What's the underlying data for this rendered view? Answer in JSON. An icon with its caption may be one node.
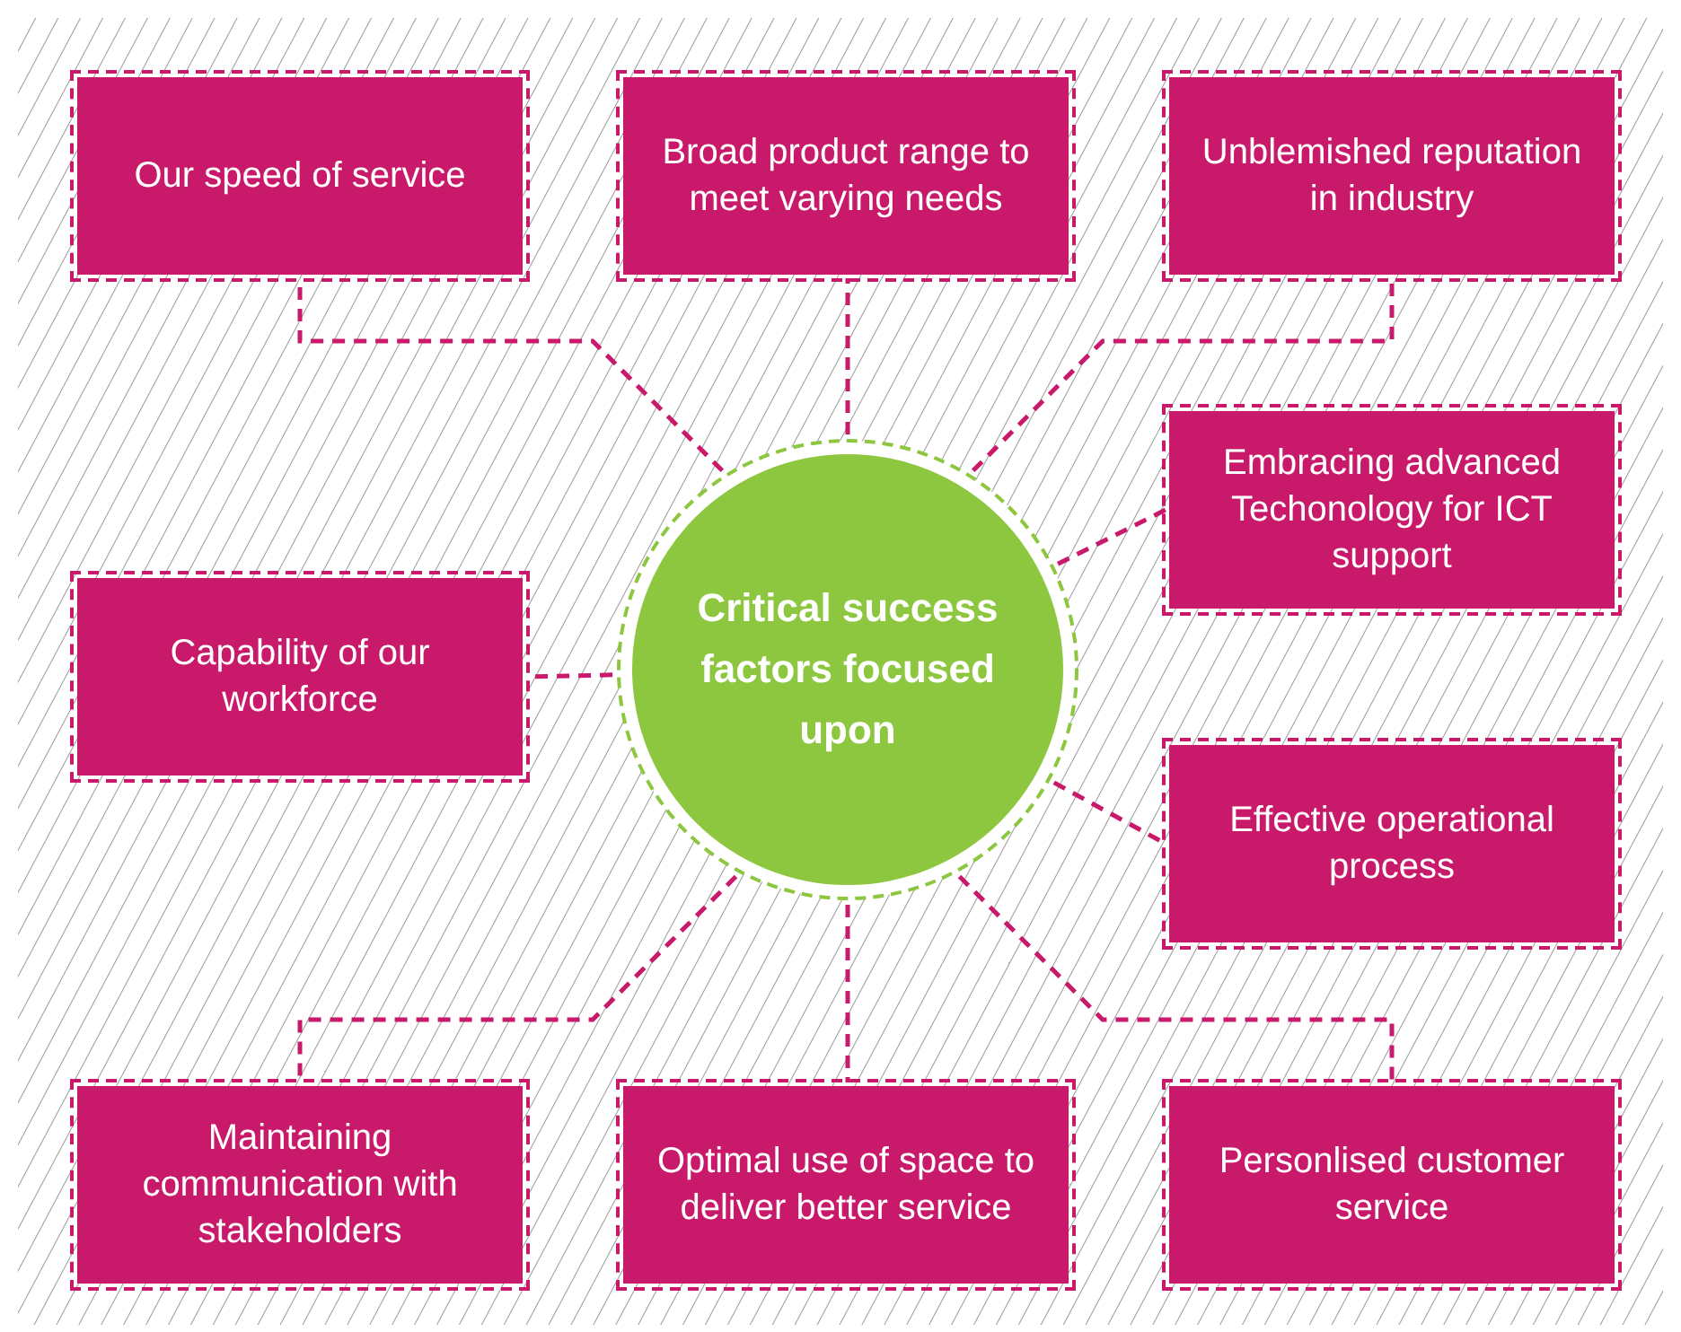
{
  "diagram": {
    "nodes": [
      {
        "text": [
          "Our speed of service"
        ]
      },
      {
        "text": [
          "Broad product range to meet varying needs"
        ]
      },
      {
        "text": [
          "Unblemished reputation in industry"
        ]
      },
      {
        "text": [
          "Embracing advanced Techonology for ICT support"
        ]
      },
      {
        "text": [
          "Capability of our workforce"
        ]
      },
      {
        "text": [
          "Critical success factors focused upon"
        ]
      },
      {
        "text": [
          "Effective operational process"
        ]
      },
      {
        "text": [
          "Maintaining communication with stakeholders"
        ]
      },
      {
        "text": [
          "Optimal use of space to deliver better service"
        ]
      },
      {
        "text": [
          "Personlised customer service"
        ]
      }
    ],
    "edges": [
      {
        "from": 5,
        "to": 0,
        "arrow": "none",
        "style": "dashed"
      },
      {
        "from": 5,
        "to": 1,
        "arrow": "none",
        "style": "dashed"
      },
      {
        "from": 5,
        "to": 2,
        "arrow": "none",
        "style": "dashed"
      },
      {
        "from": 5,
        "to": 3,
        "arrow": "none",
        "style": "dashed"
      },
      {
        "from": 5,
        "to": 4,
        "arrow": "none",
        "style": "dashed"
      },
      {
        "from": 5,
        "to": 6,
        "arrow": "none",
        "style": "dashed"
      },
      {
        "from": 5,
        "to": 7,
        "arrow": "none",
        "style": "dashed"
      },
      {
        "from": 5,
        "to": 8,
        "arrow": "none",
        "style": "dashed"
      },
      {
        "from": 5,
        "to": 9,
        "arrow": "none",
        "style": "dashed"
      }
    ]
  }
}
